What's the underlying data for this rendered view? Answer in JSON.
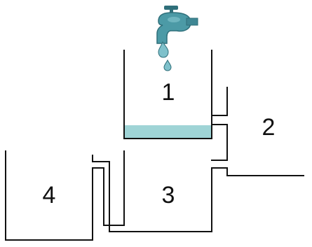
{
  "containers": [
    {
      "id": "container-1",
      "label": "1"
    },
    {
      "id": "container-2",
      "label": "2"
    },
    {
      "id": "container-3",
      "label": "3"
    },
    {
      "id": "container-4",
      "label": "4"
    }
  ],
  "icons": {
    "faucet": "faucet-icon",
    "drop": "water-drop-icon"
  },
  "colors": {
    "water": "#9fd4d6",
    "faucet": "#4c9aa6",
    "faucet_dark": "#2f6f7a",
    "drop": "#7fc1cb",
    "line": "#111111"
  }
}
